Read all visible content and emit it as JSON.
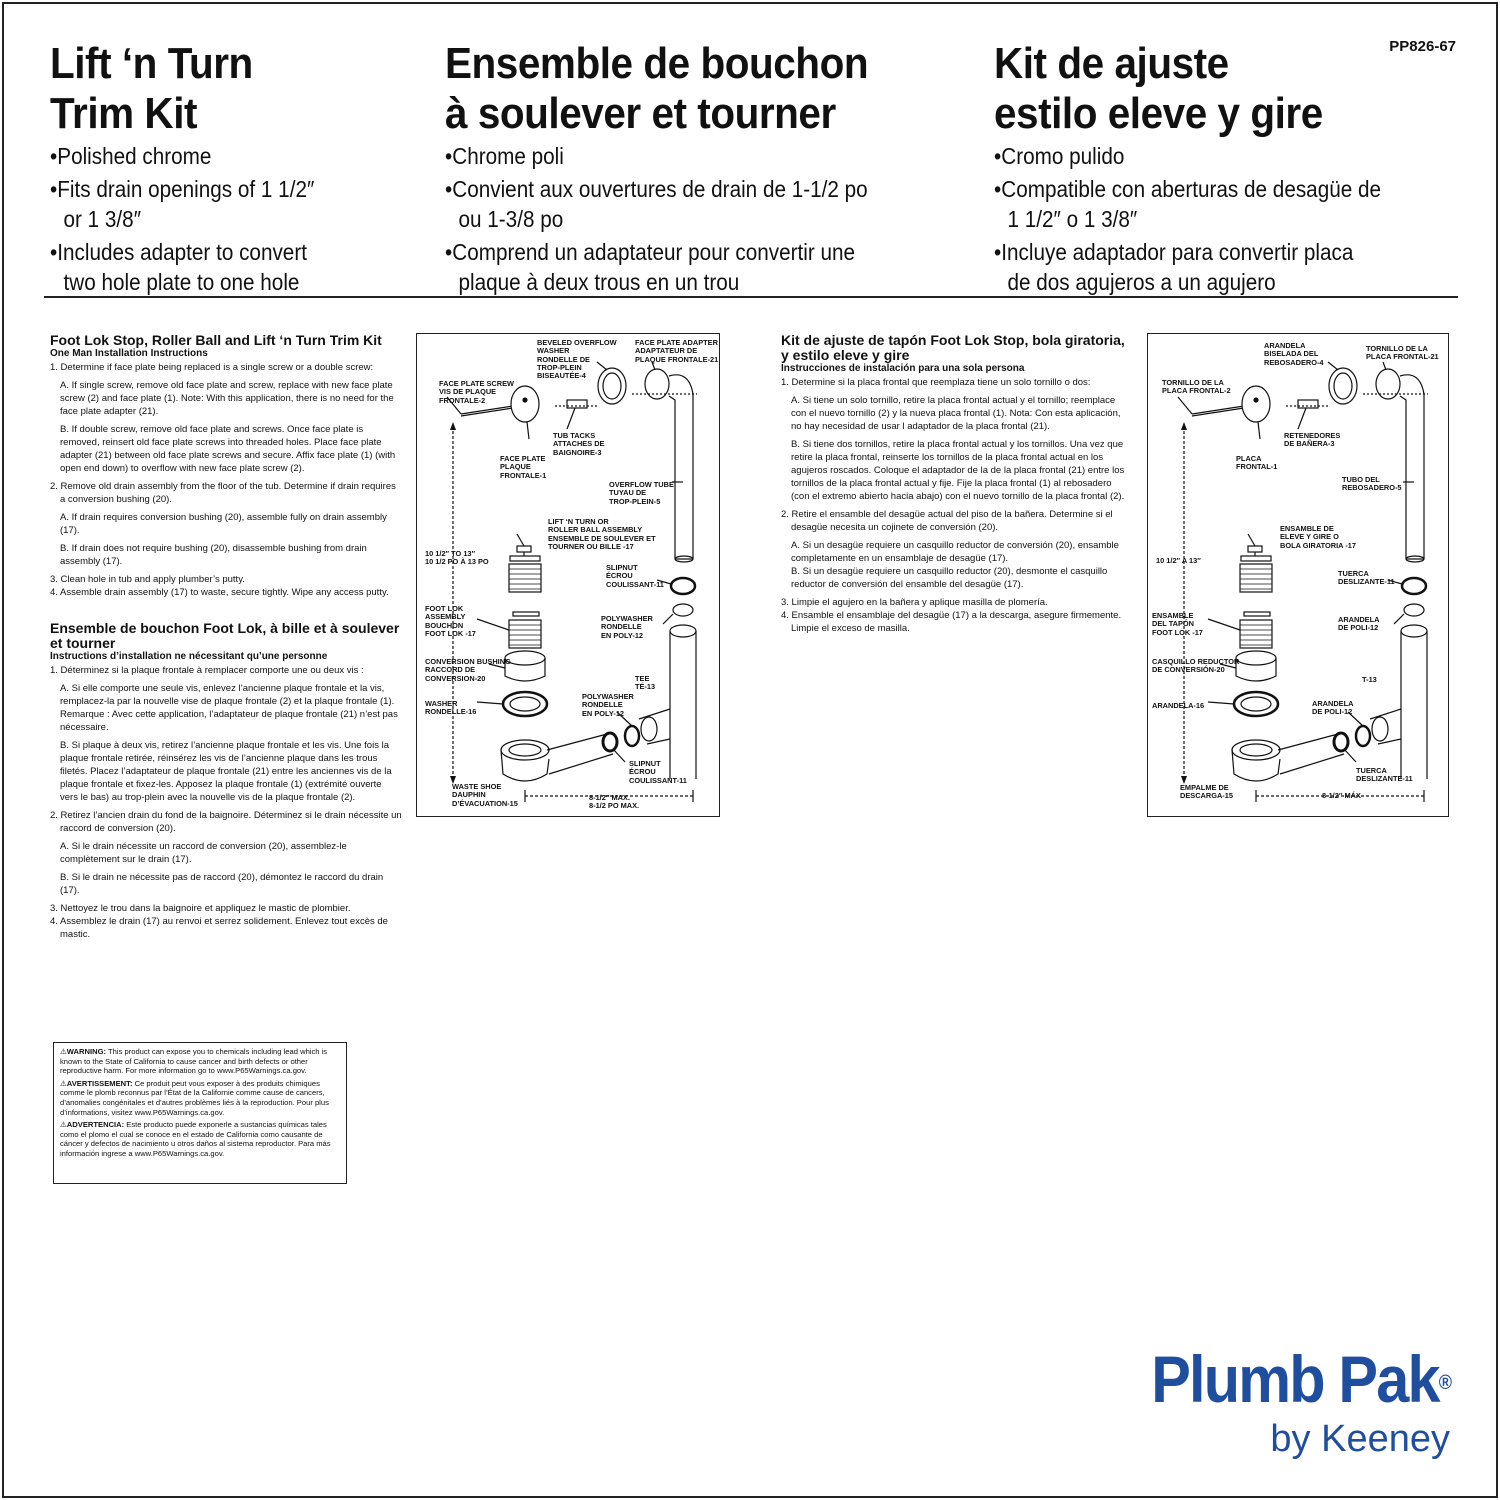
{
  "sku": "PP826-67",
  "header": {
    "en": {
      "title_1": "Lift ‘n Turn",
      "title_2": "Trim Kit",
      "bullets": [
        "Polished chrome",
        "Fits drain openings of 1 1/2″ or 1 3/8″",
        "Includes adapter to convert two hole plate to one hole"
      ]
    },
    "fr": {
      "title_1": "Ensemble de bouchon",
      "title_2": "à soulever et tourner",
      "bullets": [
        "Chrome poli",
        "Convient aux ouvertures de drain de 1-1/2 po ou 1-3/8 po",
        "Comprend un adaptateur pour convertir une plaque à deux trous en un trou"
      ]
    },
    "es": {
      "title_1": "Kit de ajuste",
      "title_2": "estilo eleve y gire",
      "bullets": [
        "Cromo pulido",
        "Compatible con aberturas de desagüe de 1 1/2″ o 1 3/8″",
        "Incluye adaptador para convertir placa de dos agujeros a un agujero"
      ]
    }
  },
  "en_instructions": {
    "title": "Foot Lok Stop, Roller Ball and Lift ‘n Turn Trim Kit",
    "subtitle": "One Man Installation Instructions",
    "s1": "1. Determine if face plate being replaced is a single screw or a double screw:",
    "s1a": "A. If single screw, remove old face plate and screw, replace with new face plate screw (2) and face plate (1). Note: With this application, there is no need for the face plate adapter (21).",
    "s1b": "B. If double screw, remove old face plate and screws. Once face plate is removed, reinsert old face plate screws into threaded holes. Place face plate adapter (21) between old face plate screws and secure. Affix face plate (1) (with open end down) to overflow with new face plate screw (2).",
    "s2": "2. Remove old drain assembly from the floor of the tub. Determine if drain requires a conversion bushing (20).",
    "s2a": "A. If drain requires conversion bushing (20), assemble fully on drain assembly (17).",
    "s2b": "B. If drain does not require bushing (20), disassemble bushing from drain assembly (17).",
    "s3": "3. Clean hole in tub and apply plumber’s putty.",
    "s4": "4. Assemble drain assembly (17) to waste, secure tightly. Wipe any access putty."
  },
  "fr_instructions": {
    "title": "Ensemble de bouchon Foot Lok, à bille et à soulever et tourner",
    "subtitle": "Instructions d’installation ne nécessitant qu’une personne",
    "s1": "1. Déterminez si la plaque frontale à remplacer comporte une ou deux vis :",
    "s1a": "A. Si elle comporte une seule vis, enlevez l’ancienne plaque frontale et la vis, remplacez-la par la nouvelle vise de plaque frontale (2) et la plaque frontale (1). Remarque : Avec cette application, l’adaptateur de plaque frontale (21) n’est pas nécessaire.",
    "s1b": "B. Si plaque à deux vis, retirez l’ancienne plaque frontale et les vis. Une fois la plaque frontale retirée, réinsérez les vis de l’ancienne plaque dans les trous filetés. Placez l’adaptateur de plaque frontale (21) entre les anciennes vis de la plaque frontale et fixez-les. Apposez la plaque frontale (1) (extrémité ouverte vers le bas) au trop-plein avec la nouvelle vis de la plaque frontale (2).",
    "s2": "2. Retirez l’ancien drain du fond de la baignoire. Déterminez si le drain nécessite un raccord de conversion (20).",
    "s2a": "A. Si le drain nécessite un raccord de conversion (20), assemblez-le complètement sur le drain (17).",
    "s2b": "B. Si le drain ne nécessite pas de raccord (20), démontez le raccord du drain (17).",
    "s3": "3. Nettoyez le trou dans la baignoire et appliquez le mastic de plombier.",
    "s4": "4. Assemblez le drain (17) au renvoi et serrez solidement. Enlevez tout excès de mastic."
  },
  "es_instructions": {
    "title": "Kit de ajuste de tapón Foot Lok Stop, bola giratoria, y estilo eleve y gire",
    "subtitle": "Instrucciones de instalación para una sola persona",
    "s1": "1. Determine si la placa frontal que reemplaza tiene un solo tornillo o dos:",
    "s1a": "A. Si tiene un solo tornillo, retire la placa frontal actual y el tornillo; reemplace con el nuevo tornillo (2) y la nueva placa frontal (1). Nota: Con esta aplicación, no hay necesidad de usar l adaptador de la placa frontal (21).",
    "s1b": "B. Si tiene dos tornillos, retire la placa frontal actual y los tornillos. Una vez que retire la placa frontal, reinserte los tornillos de la placa frontal actual en los agujeros roscados. Coloque el adaptador de la de la placa frontal (21) entre los tornillos de la placa frontal actual y fije. Fije la placa frontal (1) al rebosadero (con el extremo abierto hacia abajo) con el nuevo tornillo de la placa frontal (2).",
    "s2": "2. Retire el ensamble del desagüe actual del piso de la bañera. Determine si el desagüe necesita un cojinete de conversión (20).",
    "s2a": "A. Si un desagüe requiere un casquillo reductor de conversión (20), ensamble completamente en un ensamblaje de desagüe (17).",
    "s2b": "B. Si un desagüe requiere un casquillo reductor (20), desmonte el casquillo reductor de conversión del ensamble del desagüe (17).",
    "s3": "3. Limpie el agujero en la bañera y aplique masilla de plomería.",
    "s4": "4. Ensamble el ensamblaje del desagüe (17) a la descarga, asegure firmemente. Limpie el exceso de masilla."
  },
  "warning": {
    "en_head": "⚠WARNING:",
    "en_text": " This product can expose you to chemicals including lead which is known to the State of California to cause cancer and birth defects or other reproductive harm. For more information go to www.P65Warnings.ca.gov.",
    "fr_head": "⚠AVERTISSEMENT:",
    "fr_text": " Ce produit peut vous exposer à des produits chimiques comme le plomb reconnus par l’État de la Californie comme cause de cancers, d’anomalies congénitales et d’autres problèmes liés à la reproduction. Pour plus d’informations, visitez www.P65Warnings.ca.gov.",
    "es_head": "⚠ADVERTENCIA:",
    "es_text": " Este producto puede exponerle a sustancias químicas tales como el plomo el cual se conoce en el estado de California como causante de cáncer y defectos de nacimiento u otros daños al sistema reproductor. Para más información ingrese a www.P65Warnings.ca.gov."
  },
  "diagram_left": {
    "beveled": "BEVELED OVERFLOW\nWASHER\nRONDELLE DE\nTROP-PLEIN\nBISEAUTÉE-4",
    "adapter": "FACE PLATE ADAPTER\nADAPTATEUR DE\nPLAQUE FRONTALE-21",
    "screw": "FACE PLATE SCREW\nVIS DE PLAQUE\nFRONTALE-2",
    "tacks": "TUB TACKS\nATTACHES DE\nBAIGNOIRE-3",
    "plate": "FACE PLATE\nPLAQUE\nFRONTALE-1",
    "overflow": "OVERFLOW TUBE\nTUYAU DE\nTROP-PLEIN-5",
    "lift": "LIFT ‘N TURN OR\nROLLER BALL ASSEMBLY\nENSEMBLE DE SOULEVER ET\nTOURNER OU BILLE -17",
    "dim": "10 1/2″ to 13″\n10 1/2 po à 13 po",
    "slipnut1": "SLIPNUT\nÉCROU\nCOULISSANT-11",
    "footlok": "FOOT LOK\nASSEMBLY\nBOUCHON\nFOOT LOK -17",
    "poly1": "POLYWASHER\nRONDELLE\nEN POLY-12",
    "bushing": "CONVERSION BUSHING\nRACCORD DE\nCONVERSION-20",
    "tee": "TEE\nTÉ-13",
    "washer": "WASHER\nRONDELLE-16",
    "poly2": "POLYWASHER\nRONDELLE\nEN POLY-12",
    "slipnut2": "SLIPNUT\nÉCROU\nCOULISSANT-11",
    "shoe": "WASTE SHOE\nDAUPHIN\nD’ÉVACUATION-15",
    "max": "8-1/2″ MAX.\n8-1/2 PO MAX."
  },
  "diagram_right": {
    "beveled": "ARANDELA\nBISELADA DEL\nREBOSADERO-4",
    "adapter": "TORNILLO DE LA\nPLACA FRONTAL-21",
    "screw": "TORNILLO DE LA\nPLACA FRONTAL-2",
    "tacks": "RETENEDORES\nDE BAÑERA-3",
    "plate": "PLACA\nFRONTAL-1",
    "overflow": "TUBO DEL\nREBOSADERO-5",
    "lift": "ENSAMBLE DE\nELEVE Y GIRE O\nBOLA GIRATORIA -17",
    "dim": "10 1/2″ a 13″",
    "slipnut1": "TUERCA\nDESLIZANTE-11",
    "footlok": "ENSAMBLE\nDEL TAPÓN\nFOOT LOK -17",
    "poly1": "ARANDELA\nDE POLI-12",
    "bushing": "CASQUILLO REDUCTOR\nDE CONVERSIÓN-20",
    "tee": "T-13",
    "washer": "ARANDELA-16",
    "poly2": "ARANDELA\nDE POLI-12",
    "slipnut2": "TUERCA\nDESLIZANTE-11",
    "shoe": "EMPALME DE\nDESCARGA-15",
    "max": "8-1/2″ MÁX"
  },
  "brand": {
    "name": "Plumb Pak",
    "mark": "®",
    "by": "by Keeney",
    "color": "#1f4e9e"
  }
}
